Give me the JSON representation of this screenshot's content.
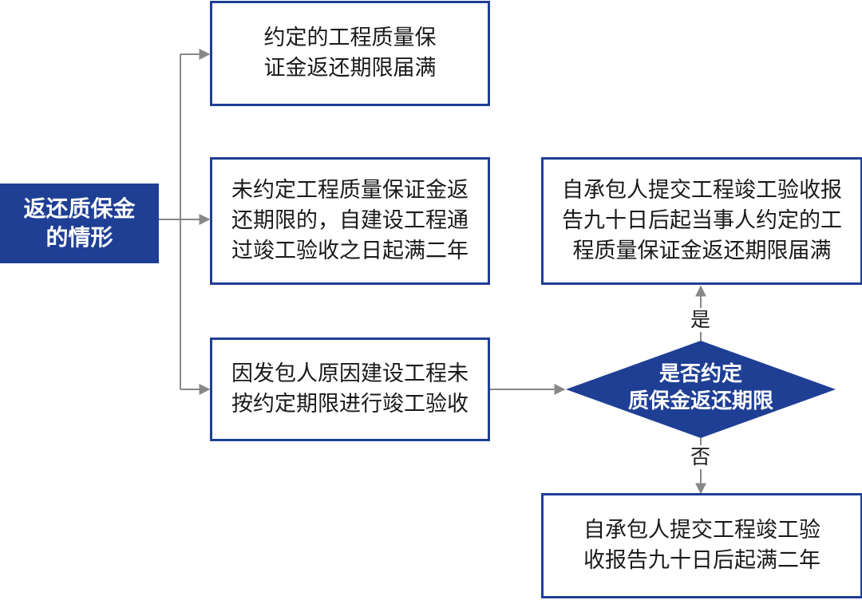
{
  "colors": {
    "primary": "#1f3f95",
    "connector": "#888888",
    "text": "#1a1a1a"
  },
  "root": {
    "line1": "返还质保金",
    "line2": "的情形"
  },
  "case1": {
    "line1": "约定的工程质量保",
    "line2": "证金返还期限届满"
  },
  "case2": {
    "line1": "未约定工程质量保证金返",
    "line2": "还期限的，自建设工程通",
    "line3": "过竣工验收之日起满二年"
  },
  "case3": {
    "line1": "因发包人原因建设工程未",
    "line2": "按约定期限进行竣工验收"
  },
  "decision": {
    "line1": "是否约定",
    "line2": "质保金返还期限"
  },
  "yes_result": {
    "line1": "自承包人提交工程竣工验收报",
    "line2": "告九十日后起当事人约定的工",
    "line3": "程质量保证金返还期限届满"
  },
  "no_result": {
    "line1": "自承包人提交工程竣工验",
    "line2": "收报告九十日后起满二年"
  },
  "edge_labels": {
    "yes": "是",
    "no": "否"
  }
}
